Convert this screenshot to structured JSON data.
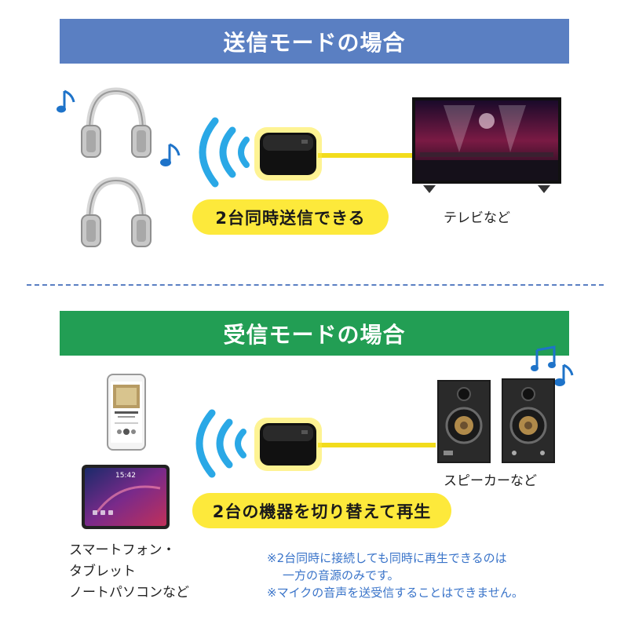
{
  "send_section": {
    "title": "送信モードの場合",
    "feature": "2台同時送信できる",
    "device_label": "テレビなど"
  },
  "receive_section": {
    "title": "受信モードの場合",
    "feature": "2台の機器を切り替えて再生",
    "source_label_lines": [
      "スマートフォン・",
      "タブレット",
      "ノートパソコンなど"
    ],
    "output_label": "スピーカーなど",
    "notes": [
      "※2台同時に接続しても同時に再生できるのは",
      "一方の音源のみです。",
      "※マイクの音声を送受信することはできません。"
    ],
    "tablet_time": "15:42"
  },
  "colors": {
    "send_banner": "#5a7fc2",
    "receive_banner": "#229e54",
    "highlight": "#fde93b",
    "signal": "#2aa8e6",
    "note_text": "#3a74c9"
  },
  "icons": [
    "music-note-icon",
    "headphones-icon",
    "signal-waves-icon",
    "bluetooth-adapter-icon",
    "tv-icon",
    "smartphone-icon",
    "tablet-icon",
    "speaker-icon"
  ]
}
